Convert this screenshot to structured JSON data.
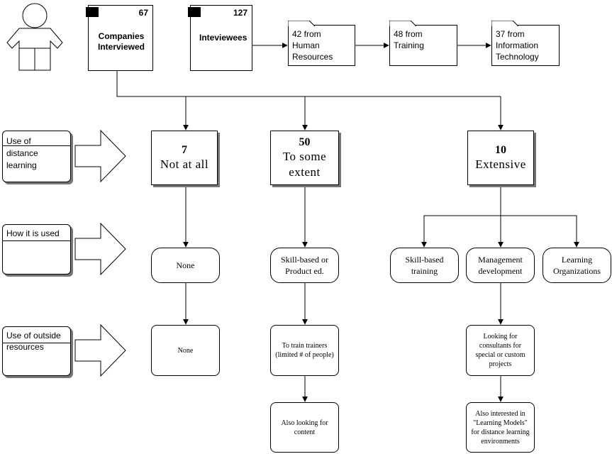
{
  "companies": {
    "count": "67",
    "label_line1": "Companies",
    "label_line2": "Interviewed"
  },
  "interviewees": {
    "count": "127",
    "label": "Inteviewees"
  },
  "departments": [
    {
      "line1": "42 from",
      "line2": "Human",
      "line3": "Resources"
    },
    {
      "line1": "48 from",
      "line2": "Training",
      "line3": ""
    },
    {
      "line1": "37 from",
      "line2": "Information",
      "line3": "Technology"
    }
  ],
  "row_labels": {
    "distance": {
      "line1": "Use of",
      "line2": "distance",
      "line3": "learning"
    },
    "how": {
      "line1": "How it is used"
    },
    "outside": {
      "line1": "Use of outside",
      "line2": "resources"
    }
  },
  "levels": {
    "none": {
      "count": "7",
      "label": "Not at all"
    },
    "some": {
      "count": "50",
      "label_line1": "To some",
      "label_line2": "extent"
    },
    "extensive": {
      "count": "10",
      "label": "Extensive"
    }
  },
  "usage": {
    "none": "None",
    "skill_product": {
      "line1": "Skill-based or",
      "line2": "Product ed."
    },
    "skill_training": {
      "line1": "Skill-based",
      "line2": "training"
    },
    "management": {
      "line1": "Management",
      "line2": "development"
    },
    "learning_org": {
      "line1": "Learning",
      "line2": "Organizations"
    }
  },
  "resources": {
    "none": "None",
    "train_trainers": {
      "line1": "To train trainers",
      "line2": "(limited # of people)"
    },
    "consultants": {
      "line1": "Looking for",
      "line2": "consultants for",
      "line3": "special or custom",
      "line4": "projects"
    }
  },
  "further": {
    "content": {
      "line1": "Also looking for",
      "line2": "content"
    },
    "learning_models": {
      "line1": "Also interested in",
      "line2": "\"Learning Models\"",
      "line3": "for distance learning",
      "line4": "environments"
    }
  }
}
